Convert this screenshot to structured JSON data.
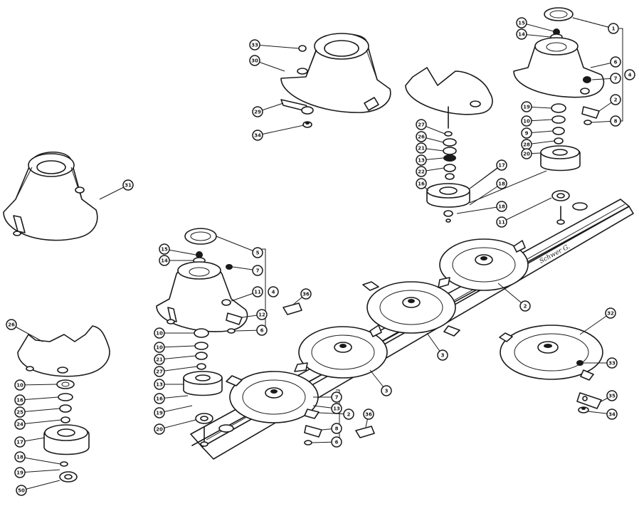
{
  "diagram": {
    "signature": "Schwer G.",
    "callouts": [
      {
        "id": "c-top-1",
        "text": "1"
      },
      {
        "id": "c-top-15",
        "text": "15"
      },
      {
        "id": "c-top-14",
        "text": "14"
      },
      {
        "id": "c-top-6",
        "text": "6"
      },
      {
        "id": "c-top-7",
        "text": "7"
      },
      {
        "id": "c-top-4",
        "text": "4"
      },
      {
        "id": "c-top-2",
        "text": "2"
      },
      {
        "id": "c-top-8",
        "text": "8"
      },
      {
        "id": "c-top-19",
        "text": "19"
      },
      {
        "id": "c-top-10",
        "text": "10"
      },
      {
        "id": "c-top-9",
        "text": "9"
      },
      {
        "id": "c-top-28",
        "text": "28"
      },
      {
        "id": "c-33",
        "text": "33"
      },
      {
        "id": "c-30",
        "text": "30"
      },
      {
        "id": "c-29",
        "text": "29"
      },
      {
        "id": "c-34a",
        "text": "34"
      },
      {
        "id": "c-27",
        "text": "27"
      },
      {
        "id": "c-26",
        "text": "26"
      },
      {
        "id": "c-21",
        "text": "21"
      },
      {
        "id": "c-13",
        "text": "13"
      },
      {
        "id": "c-22",
        "text": "22"
      },
      {
        "id": "c-16",
        "text": "16"
      },
      {
        "id": "c-17",
        "text": "17"
      },
      {
        "id": "c-18",
        "text": "18"
      },
      {
        "id": "c-18b",
        "text": "18"
      },
      {
        "id": "c-11",
        "text": "11"
      },
      {
        "id": "c-20a",
        "text": "20"
      },
      {
        "id": "c-31",
        "text": "31"
      },
      {
        "id": "c-mid-5",
        "text": "5"
      },
      {
        "id": "c-mid-15",
        "text": "15"
      },
      {
        "id": "c-mid-14",
        "text": "14"
      },
      {
        "id": "c-mid-7",
        "text": "7"
      },
      {
        "id": "c-mid-11",
        "text": "11"
      },
      {
        "id": "c-mid-4",
        "text": "4"
      },
      {
        "id": "c-mid-12",
        "text": "12"
      },
      {
        "id": "c-mid-6",
        "text": "6"
      },
      {
        "id": "c-mid-36",
        "text": "36"
      },
      {
        "id": "c-mid-10",
        "text": "10"
      },
      {
        "id": "c-mid-10b",
        "text": "10"
      },
      {
        "id": "c-mid-21",
        "text": "21"
      },
      {
        "id": "c-mid-27",
        "text": "27"
      },
      {
        "id": "c-mid-13",
        "text": "13"
      },
      {
        "id": "c-mid-16",
        "text": "16"
      },
      {
        "id": "c-mid-19",
        "text": "19"
      },
      {
        "id": "c-mid-20",
        "text": "20"
      },
      {
        "id": "c-d-2a",
        "text": "2"
      },
      {
        "id": "c-d-3a",
        "text": "3"
      },
      {
        "id": "c-d-3b",
        "text": "3"
      },
      {
        "id": "c-d-7",
        "text": "7"
      },
      {
        "id": "c-d-13",
        "text": "13"
      },
      {
        "id": "c-d-2b",
        "text": "2"
      },
      {
        "id": "c-d-8",
        "text": "8"
      },
      {
        "id": "c-d-6",
        "text": "6"
      },
      {
        "id": "c-d-36",
        "text": "36"
      },
      {
        "id": "c-32",
        "text": "32"
      },
      {
        "id": "c-33b",
        "text": "33"
      },
      {
        "id": "c-35",
        "text": "35"
      },
      {
        "id": "c-34b",
        "text": "34"
      },
      {
        "id": "c-bl-26",
        "text": "26"
      },
      {
        "id": "c-bl-10",
        "text": "10"
      },
      {
        "id": "c-bl-16",
        "text": "16"
      },
      {
        "id": "c-bl-25",
        "text": "25"
      },
      {
        "id": "c-bl-24",
        "text": "24"
      },
      {
        "id": "c-bl-17",
        "text": "17"
      },
      {
        "id": "c-bl-18",
        "text": "18"
      },
      {
        "id": "c-bl-19",
        "text": "19"
      },
      {
        "id": "c-bl-50",
        "text": "50"
      }
    ]
  }
}
